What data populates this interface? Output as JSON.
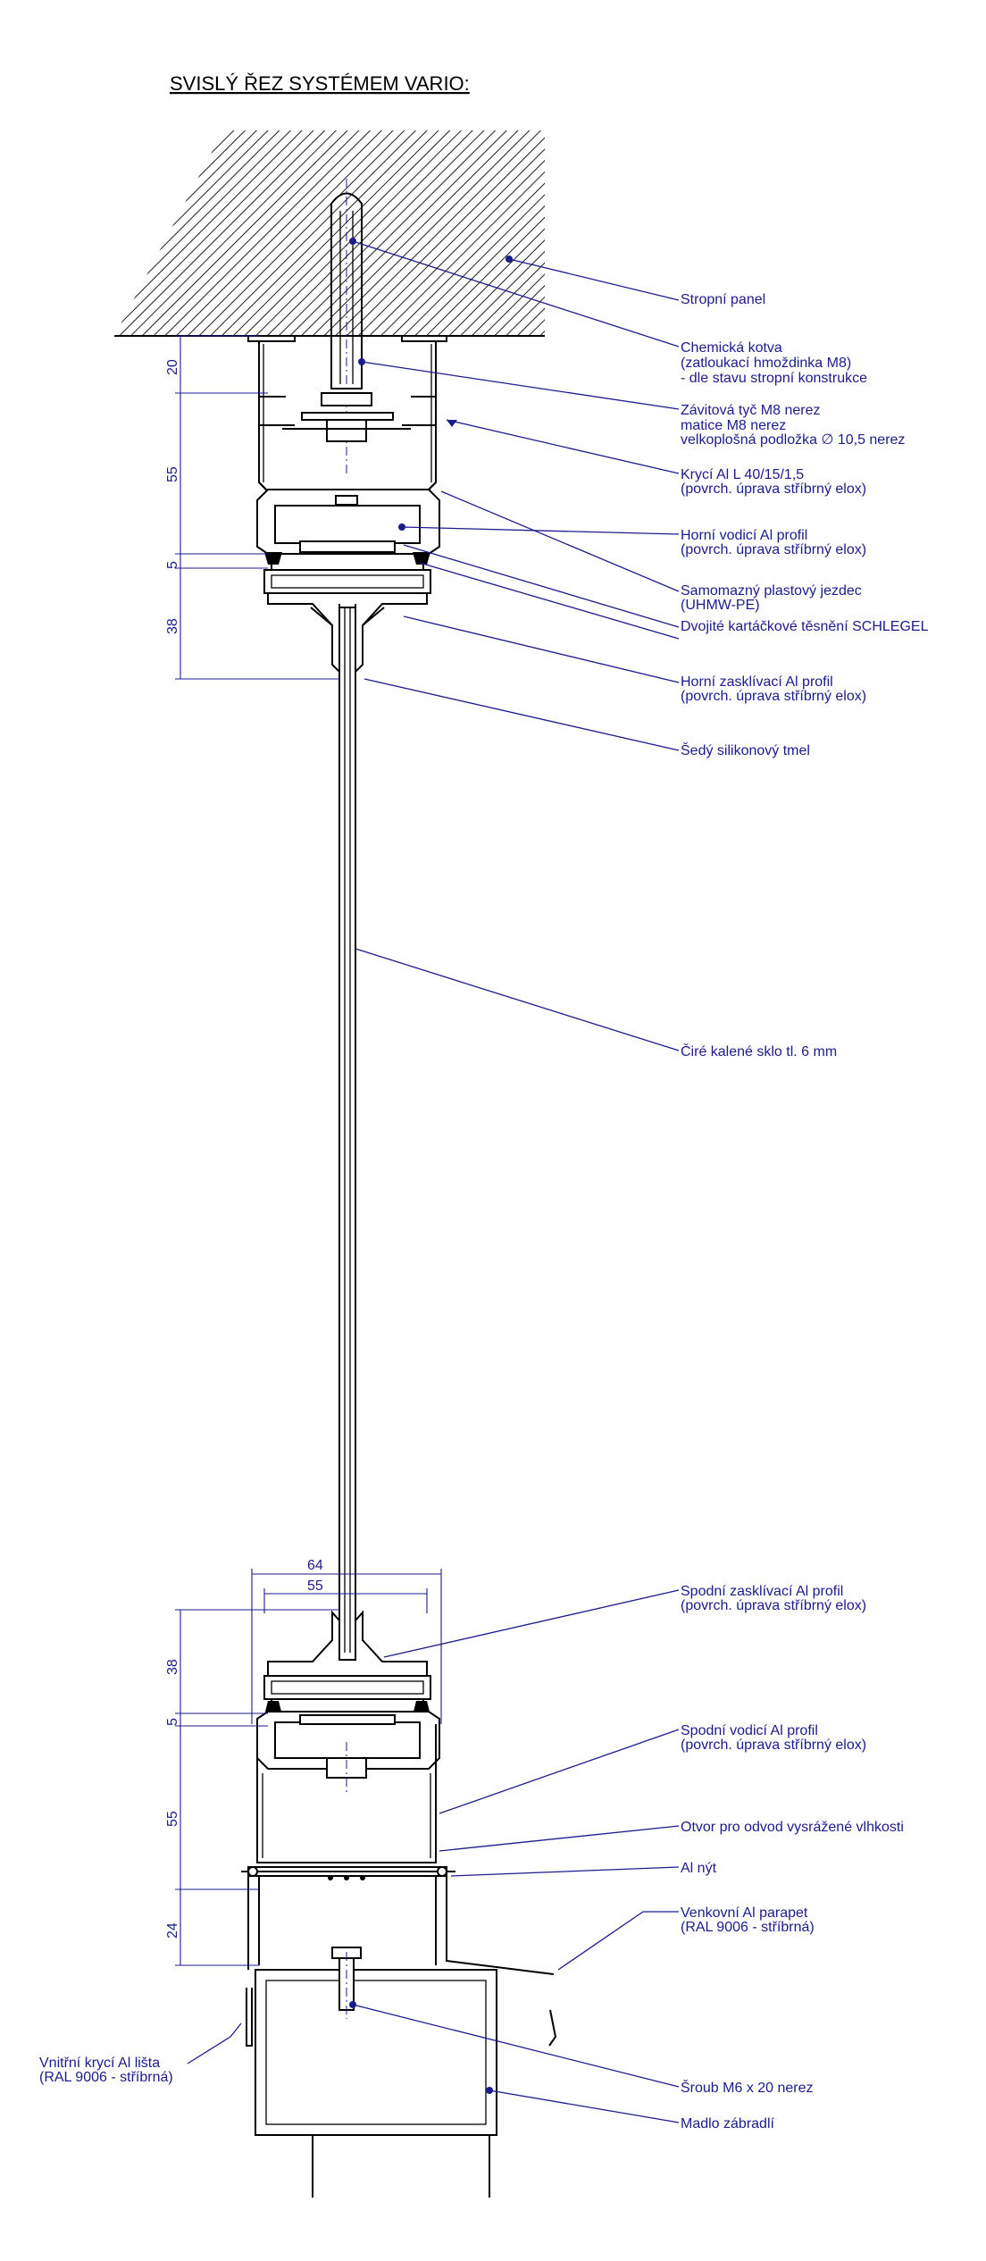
{
  "title": "SVISLÝ ŘEZ SYSTÉMEM VARIO:",
  "labels": {
    "stropni_panel": "Stropní panel",
    "chem_kotva_1": "Chemická kotva",
    "chem_kotva_2": "(zatloukací hmoždinka M8)",
    "chem_kotva_3": "- dle stavu stropní konstrukce",
    "zavitova_1": "Závitová tyč M8 nerez",
    "zavitova_2": "matice M8 nerez",
    "zavitova_3": "velkoplošná podložka ∅ 10,5 nerez",
    "kryci_L_1": "Krycí Al L 40/15/1,5",
    "kryci_L_2": "(povrch. úprava stříbrný elox)",
    "horni_vod_1": "Horní vodicí Al profil",
    "horni_vod_2": "(povrch. úprava stříbrný elox)",
    "jezdec_1": "Samomazný plastový jezdec",
    "jezdec_2": "(UHMW-PE)",
    "tesneni": "Dvojité kartáčkové těsnění SCHLEGEL",
    "horni_zask_1": "Horní zasklívací Al profil",
    "horni_zask_2": "(povrch. úprava stříbrný elox)",
    "tmel": "Šedý silikonový tmel",
    "sklo": "Čiré kalené sklo tl. 6 mm",
    "spodni_zask_1": "Spodní zasklívací Al profil",
    "spodni_zask_2": "(povrch. úprava stříbrný elox)",
    "spodni_vod_1": "Spodní vodicí Al profil",
    "spodni_vod_2": "(povrch. úprava stříbrný elox)",
    "otvor": "Otvor pro odvod vysrážené vlhkosti",
    "nyt": "Al nýt",
    "parapet_1": "Venkovní Al parapet",
    "parapet_2": "(RAL 9006 - stříbrná)",
    "vnitrni_1": "Vnitřní krycí Al lišta",
    "vnitrni_2": "(RAL 9006 - stříbrná)",
    "sroub": "Šroub M6 x 20 nerez",
    "madlo": "Madlo zábradlí"
  },
  "dimensions": {
    "top_20": "20",
    "top_55": "55",
    "top_5": "5",
    "top_38": "38",
    "bot_64": "64",
    "bot_55w": "55",
    "bot_38": "38",
    "bot_5": "5",
    "bot_55": "55",
    "bot_24": "24"
  }
}
